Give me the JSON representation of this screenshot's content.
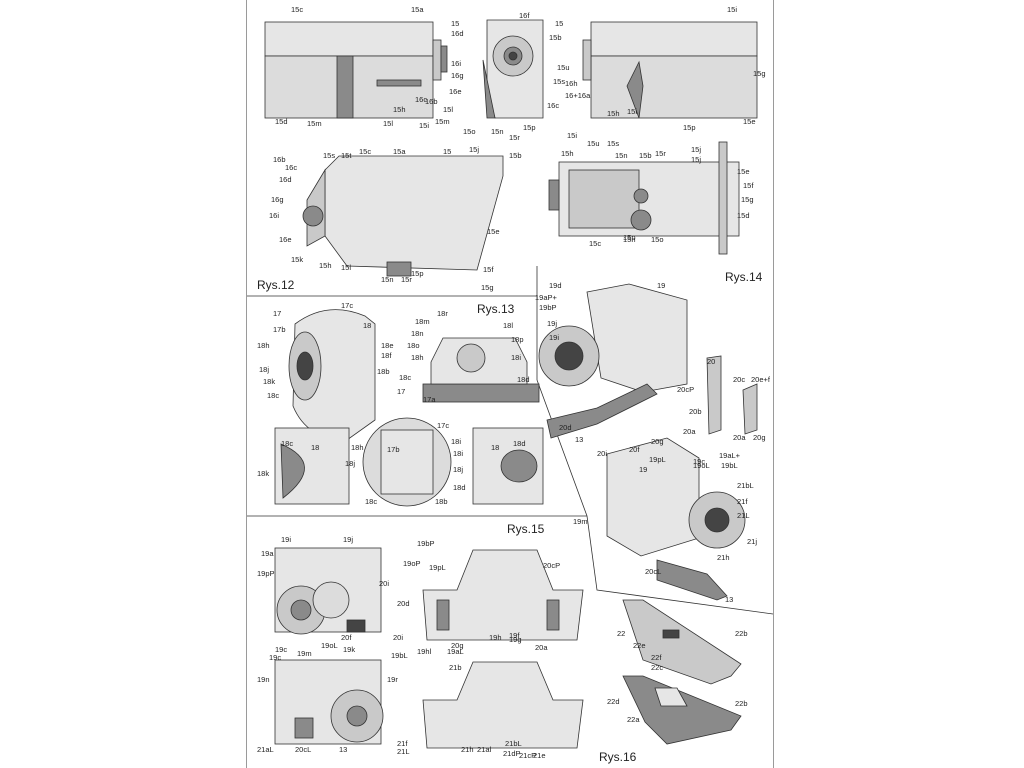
{
  "colors": {
    "part_light": "#e6e6e6",
    "part_mid": "#c9c9c9",
    "part_dark": "#8a8a8a",
    "part_black": "#444444",
    "line": "#333333",
    "leader": "#555555"
  },
  "figures": [
    {
      "id": "rys12",
      "title": "Rys.12"
    },
    {
      "id": "rys13",
      "title": "Rys.13"
    },
    {
      "id": "rys14",
      "title": "Rys.14"
    },
    {
      "id": "rys15",
      "title": "Rys.15"
    },
    {
      "id": "rys16",
      "title": "Rys.16"
    }
  ],
  "labels": {
    "rys12": [
      "15c",
      "15a",
      "15",
      "16f",
      "15",
      "15i",
      "16d",
      "15b",
      "16i",
      "15u",
      "15g",
      "16g",
      "16h",
      "16e",
      "15s",
      "16c",
      "16+16a",
      "16b",
      "15h",
      "15h",
      "15i",
      "15l",
      "15i",
      "15m",
      "15d",
      "15m",
      "15l",
      "15o",
      "15n",
      "15p",
      "15r",
      "16c",
      "15e",
      "15p",
      "16b",
      "15s",
      "15t",
      "15c",
      "15a",
      "15",
      "15j",
      "15b",
      "16c",
      "16d",
      "16g",
      "16i",
      "16e",
      "15k",
      "15h",
      "15l",
      "15g",
      "15e",
      "15f",
      "15n",
      "15r",
      "15p",
      "15i",
      "15u",
      "15s",
      "15h",
      "15j",
      "15n",
      "15p",
      "15b",
      "15r",
      "15j",
      "15e",
      "15f",
      "15g",
      "15d",
      "15c",
      "15n",
      "15o"
    ],
    "rys13": [
      "17",
      "17c",
      "17b",
      "18",
      "18e",
      "18f",
      "18h",
      "18b",
      "18j",
      "18k",
      "18c",
      "18r",
      "18m",
      "18l",
      "18n",
      "18o",
      "18p",
      "18h",
      "18i",
      "18c",
      "17",
      "18d",
      "17a",
      "18c",
      "18",
      "17b",
      "17c",
      "18",
      "18d",
      "18h",
      "18i",
      "18k",
      "18j",
      "18i",
      "18j",
      "18c",
      "18b",
      "18d"
    ],
    "rys14": [
      "19",
      "19d",
      "19aP+",
      "19bP",
      "19j",
      "19i",
      "20cP",
      "20d",
      "20i",
      "20f",
      "20g",
      "20a",
      "13",
      "20",
      "20c",
      "20e+f",
      "20b",
      "20a",
      "20g",
      "19",
      "19pL",
      "19c",
      "19oL",
      "19aL+",
      "19bL",
      "21bL",
      "21f",
      "21L",
      "19m",
      "21j",
      "21h",
      "20cL",
      "13"
    ],
    "rys15": [
      "19i",
      "19j",
      "19bP",
      "19a",
      "19oP",
      "19pP",
      "19pL",
      "20cP",
      "20i",
      "20d",
      "20f",
      "20i",
      "20g",
      "19h",
      "19f",
      "19g",
      "20a",
      "19c",
      "19c",
      "19m",
      "19oL",
      "19k",
      "19bL",
      "19n",
      "19r",
      "19hl",
      "19aL",
      "21b",
      "21aL",
      "20cL",
      "13",
      "21L",
      "21f",
      "21h",
      "21al",
      "21bL",
      "21dP",
      "21e",
      "21cP"
    ],
    "rys16": [
      "22",
      "22e",
      "22f",
      "22b",
      "22c",
      "22d",
      "22a",
      "22b"
    ]
  }
}
